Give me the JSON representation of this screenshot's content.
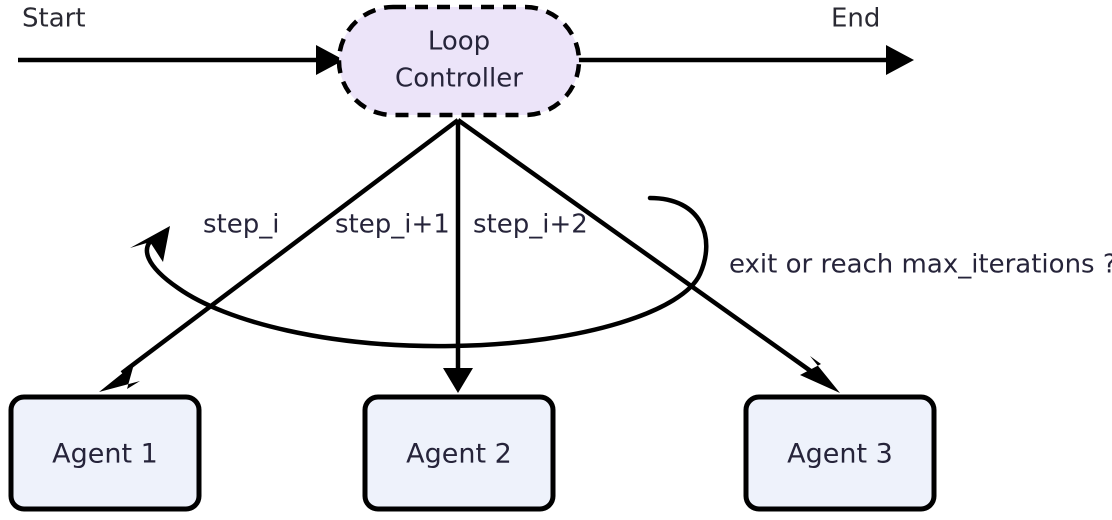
{
  "diagram": {
    "type": "flowchart",
    "title_visible": false,
    "background": "#ffffff",
    "terminals": {
      "start_label": "Start",
      "end_label": "End"
    },
    "controller": {
      "line1": "Loop",
      "line2": "Controller",
      "shape": "stadium",
      "fill": "#ece4f9",
      "stroke": "#000000",
      "border_style": "dashed"
    },
    "agents": [
      {
        "label": "Agent 1",
        "fill": "#eef2fb",
        "stroke": "#000000"
      },
      {
        "label": "Agent 2",
        "fill": "#eef2fb",
        "stroke": "#000000"
      },
      {
        "label": "Agent 3",
        "fill": "#eef2fb",
        "stroke": "#000000"
      }
    ],
    "step_labels": [
      "step_i",
      "step_i+1",
      "step_i+2"
    ],
    "feedback_label": "exit or reach max_iterations ?"
  }
}
